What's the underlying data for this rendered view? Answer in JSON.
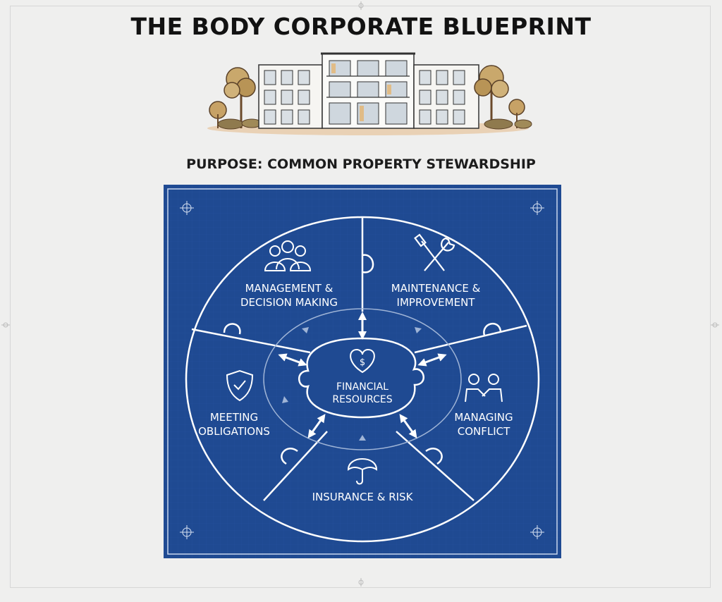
{
  "title": "THE BODY CORPORATE BLUEPRINT",
  "purpose": "PURPOSE: COMMON PROPERTY STEWARDSHIP",
  "diagram": {
    "center": {
      "line1": "FINANCIAL",
      "line2": "RESOURCES",
      "icon": "heart-dollar-icon"
    },
    "segments": [
      {
        "id": "management",
        "line1": "MANAGEMENT &",
        "line2": "DECISION MAKING",
        "icon": "group-people-icon"
      },
      {
        "id": "maintenance",
        "line1": "MAINTENANCE &",
        "line2": "IMPROVEMENT",
        "icon": "wrench-screwdriver-icon"
      },
      {
        "id": "conflict",
        "line1": "MANAGING",
        "line2": "CONFLICT",
        "icon": "handshake-icon"
      },
      {
        "id": "insurance",
        "line1": "INSURANCE & RISK",
        "line2": "",
        "icon": "umbrella-icon"
      },
      {
        "id": "obligations",
        "line1": "MEETING",
        "line2": "OBLIGATIONS",
        "icon": "shield-check-icon"
      }
    ]
  },
  "colors": {
    "blueprint": "#1f4a92",
    "blueprint_dark": "#173a78",
    "line": "#ffffff",
    "page": "#efefee"
  }
}
